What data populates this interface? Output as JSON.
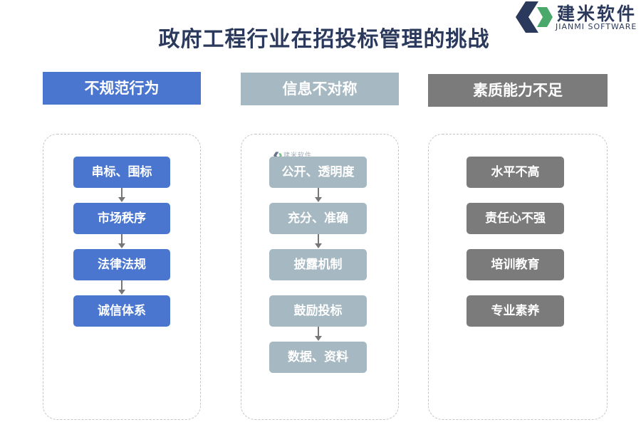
{
  "title": "政府工程行业在招投标管理的挑战",
  "logo": {
    "name_cn": "建米软件",
    "name_en": "JIANMI SOFTWARE"
  },
  "watermark": "建米软件",
  "columns": [
    {
      "header": "不规范行为",
      "items": [
        "串标、围标",
        "市场秩序",
        "法律法规",
        "诚信体系"
      ]
    },
    {
      "header": "信息不对称",
      "items": [
        "公开、透明度",
        "充分、准确",
        "披露机制",
        "鼓励投标",
        "数据、资料"
      ]
    },
    {
      "header": "素质能力不足",
      "items": [
        "水平不高",
        "责任心不强",
        "培训教育",
        "专业素养"
      ]
    }
  ],
  "colors": {
    "blue": "#4a76cf",
    "grey": "#a6b8c1",
    "dark": "#7b7b7b",
    "title": "#2b3a5c"
  }
}
